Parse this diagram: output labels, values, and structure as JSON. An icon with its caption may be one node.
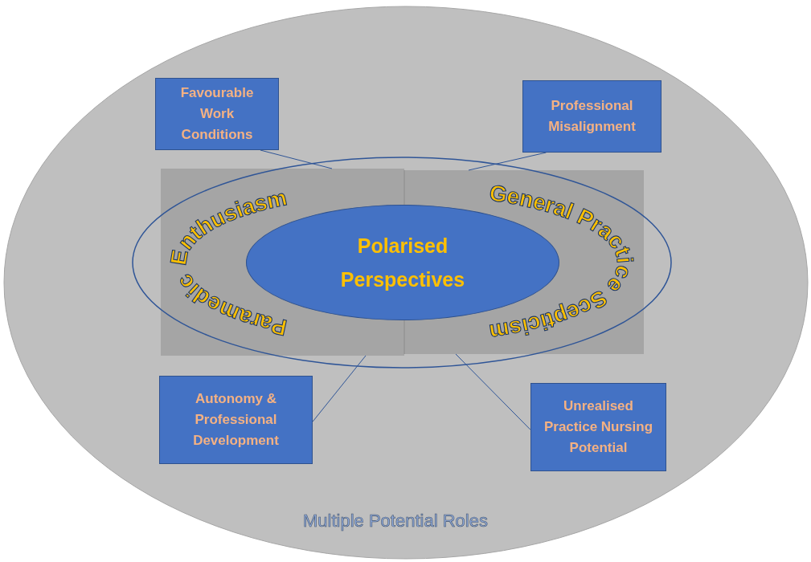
{
  "diagram": {
    "nodes": [
      {
        "text": [
          "Multiple Potential Roles"
        ]
      },
      {
        "text": [
          "Favourable Work Conditions"
        ],
        "in": 0
      },
      {
        "text": [
          "Professional Misalignment"
        ],
        "in": 0
      },
      {
        "text": [
          "Paramedic Enthusiasm"
        ],
        "in": 0
      },
      {
        "text": [
          "General Practice Scepticism"
        ],
        "in": 0
      },
      {
        "text": [
          "Polarised Perspectives"
        ],
        "in": 0
      },
      {
        "text": [
          "Autonomy & Professional Development"
        ],
        "in": 0
      },
      {
        "text": [
          "Unrealised Practice Nursing Potential"
        ],
        "in": 0
      }
    ],
    "edges": [
      {
        "from": 1,
        "to": 3,
        "arrow": "none"
      },
      {
        "from": 2,
        "to": 4,
        "arrow": "none"
      },
      {
        "from": 6,
        "to": 3,
        "arrow": "none"
      },
      {
        "from": 7,
        "to": 4,
        "arrow": "none"
      }
    ]
  }
}
